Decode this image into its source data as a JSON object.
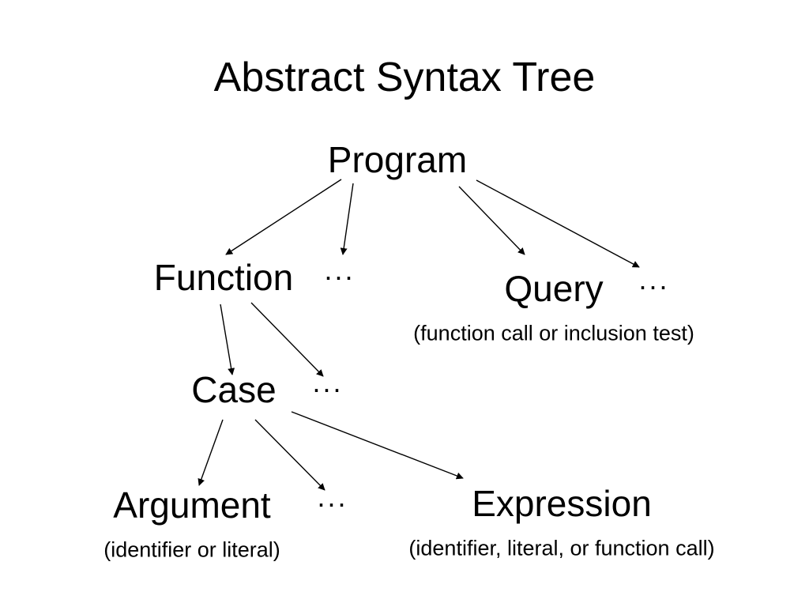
{
  "title": "Abstract Syntax Tree",
  "nodes": {
    "program": "Program",
    "function": "Function",
    "query": "Query",
    "case": "Case",
    "argument": "Argument",
    "expression": "Expression"
  },
  "ellipsis": "···",
  "notes": {
    "query": "(function call or inclusion test)",
    "argument": "(identifier or literal)",
    "expression": "(identifier, literal, or function call)"
  },
  "edges": [
    {
      "from": "program",
      "to": "function"
    },
    {
      "from": "program",
      "to": "program-ellipsis"
    },
    {
      "from": "program",
      "to": "query"
    },
    {
      "from": "program",
      "to": "query-ellipsis"
    },
    {
      "from": "function",
      "to": "case"
    },
    {
      "from": "function",
      "to": "function-ellipsis"
    },
    {
      "from": "case",
      "to": "argument"
    },
    {
      "from": "case",
      "to": "case-ellipsis"
    },
    {
      "from": "case",
      "to": "expression"
    }
  ],
  "colors": {
    "ink": "#000000",
    "background": "#ffffff"
  }
}
